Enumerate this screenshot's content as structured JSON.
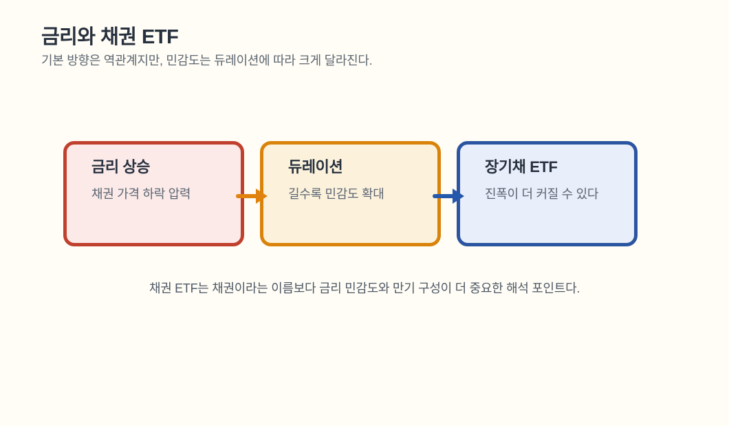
{
  "page": {
    "title": "금리와 채권 ETF",
    "subtitle": "기본 방향은 역관계지만, 민감도는 듀레이션에 따라 크게 달라진다.",
    "note": "채권 ETF는 채권이라는 이름보다 금리 민감도와 만기 구성이 더 중요한 해석 포인트다.",
    "background_color": "#fffdf5",
    "heading_color": "#27303e",
    "body_text_color": "#5c6672"
  },
  "flow": {
    "steps": [
      {
        "title": "금리 상승",
        "description": "채권 가격 하락 압력",
        "border_color": "#c0402e",
        "bg_color": "#fbeae8"
      },
      {
        "title": "듀레이션",
        "description": "길수록 민감도 확대",
        "border_color": "#d9830a",
        "bg_color": "#fcf2dc"
      },
      {
        "title": "장기채 ETF",
        "description": "진폭이 더 커질 수 있다",
        "border_color": "#2b55a0",
        "bg_color": "#e8eefa"
      }
    ],
    "arrows": [
      {
        "name": "orange-arrow",
        "color": "#e0820e"
      },
      {
        "name": "blue-arrow",
        "color": "#2458ab"
      }
    ]
  }
}
